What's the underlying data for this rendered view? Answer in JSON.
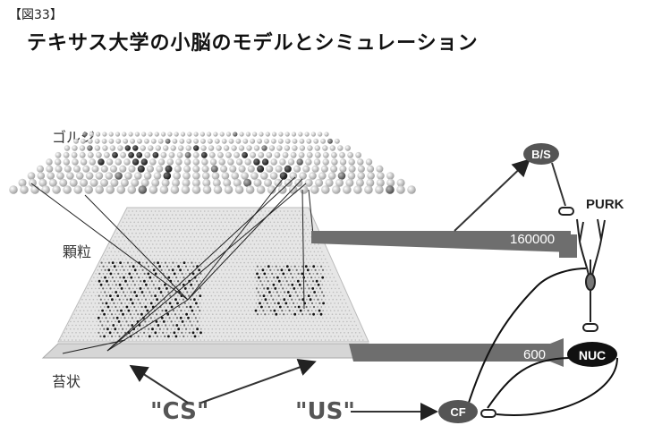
{
  "figure_label": "【図33】",
  "title": "テキサス大学の小脳のモデルとシミュレーション",
  "layers": {
    "golgi": "ゴルジ",
    "granule": "顆粒",
    "mossy": "苔状"
  },
  "inputs": {
    "cs": "\"CS\"",
    "us": "\"US\""
  },
  "nodes": {
    "bs": "B/S",
    "purk": "PURK",
    "nuc": "NUC",
    "cf": "CF"
  },
  "fiber_counts": {
    "parallel": "160000",
    "mossy_collateral": "600"
  },
  "colors": {
    "node_fill": "#555555",
    "nuc_fill": "#111111",
    "bar_fill": "#6e6e6e",
    "line": "#111111"
  }
}
